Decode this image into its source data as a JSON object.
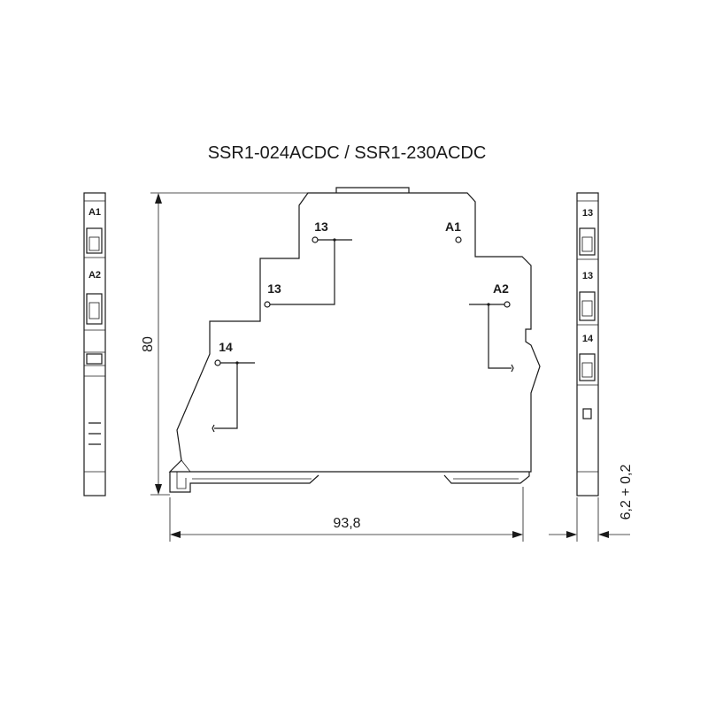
{
  "title": "SSR1-024ACDC / SSR1-230ACDC",
  "front": {
    "terminals": {
      "t13_upper": "13",
      "a1": "A1",
      "t13_lower": "13",
      "a2": "A2",
      "t14": "14"
    }
  },
  "left_side": {
    "labels": [
      "A1",
      "A2"
    ]
  },
  "right_side": {
    "labels": [
      "13",
      "13",
      "14"
    ]
  },
  "dimensions": {
    "height": "80",
    "width": "93,8",
    "depth": "6,2 + 0,2"
  }
}
